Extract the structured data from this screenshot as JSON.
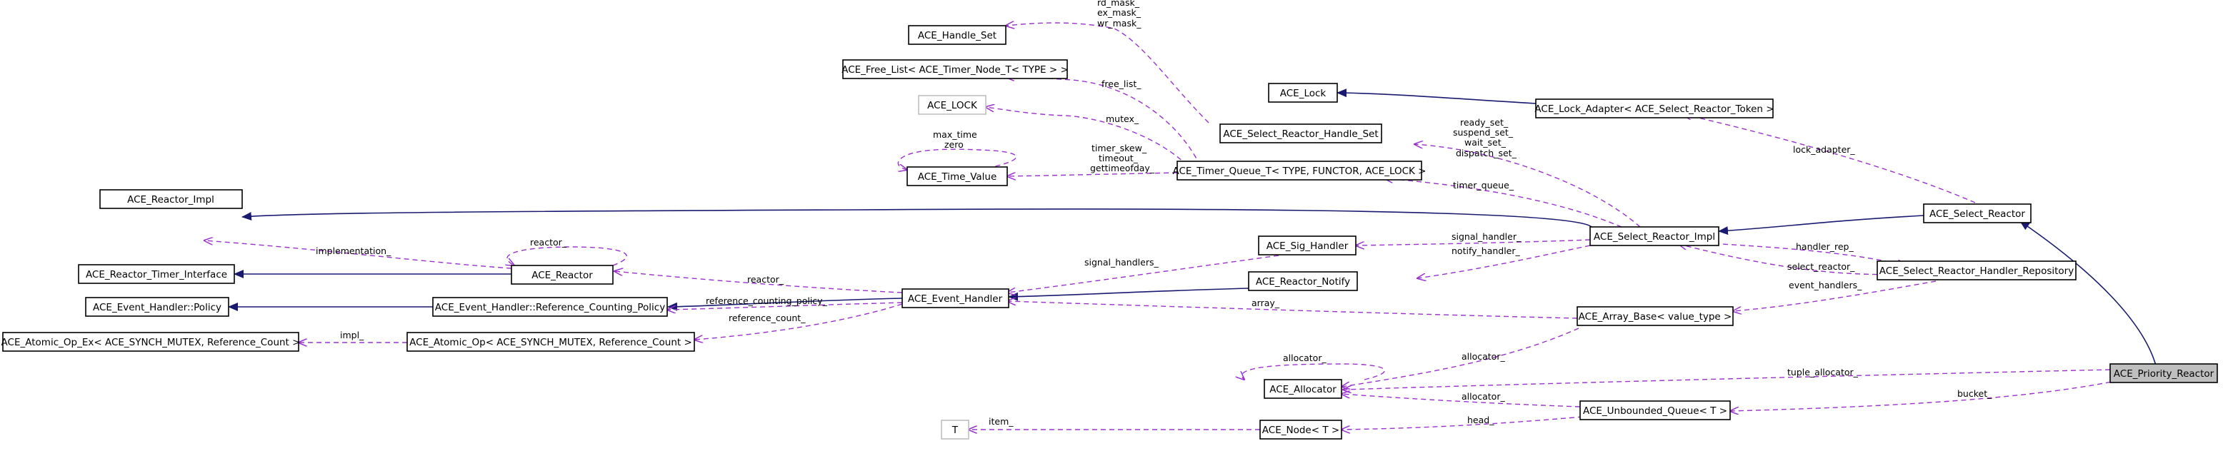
{
  "colors": {
    "inheritance_edge": "#191970",
    "usage_edge": "#9a32cd",
    "highlight_node_fill": "#bfbfbf",
    "ghost_node_border": "#bfbfbf"
  },
  "nodes": {
    "handle_set": "ACE_Handle_Set",
    "free_list": "ACE_Free_List< ACE_Timer_Node_T< TYPE > >",
    "lock_tmpl": "ACE_LOCK",
    "time_value": "ACE_Time_Value",
    "reactor_impl": "ACE_Reactor_Impl",
    "reactor": "ACE_Reactor",
    "reactor_timer_interface": "ACE_Reactor_Timer_Interface",
    "event_handler_policy": "ACE_Event_Handler::Policy",
    "reference_counting_policy": "ACE_Event_Handler::Reference_Counting_Policy",
    "atomic_op_ex": "ACE_Atomic_Op_Ex< ACE_SYNCH_MUTEX, Reference_Count >",
    "atomic_op": "ACE_Atomic_Op< ACE_SYNCH_MUTEX, Reference_Count >",
    "event_handler": "ACE_Event_Handler",
    "sig_handler": "ACE_Sig_Handler",
    "reactor_notify": "ACE_Reactor_Notify",
    "ace_lock": "ACE_Lock",
    "select_reactor_handle_set": "ACE_Select_Reactor_Handle_Set",
    "timer_queue": "ACE_Timer_Queue_T< TYPE, FUNCTOR, ACE_LOCK >",
    "allocator": "ACE_Allocator",
    "type_t": "T",
    "node_t": "ACE_Node< T >",
    "lock_adapter": "ACE_Lock_Adapter< ACE_Select_Reactor_Token >",
    "select_reactor_impl": "ACE_Select_Reactor_Impl",
    "array_base": "ACE_Array_Base< value_type >",
    "unbounded_queue": "ACE_Unbounded_Queue< T >",
    "select_reactor": "ACE_Select_Reactor",
    "select_reactor_handler_repository": "ACE_Select_Reactor_Handler_Repository",
    "priority_reactor": "ACE_Priority_Reactor"
  },
  "labels": {
    "rd_mask": "rd_mask_",
    "ex_mask": "ex_mask_",
    "wr_mask": "wr_mask_",
    "free_list": "free_list_",
    "mutex": "mutex_",
    "max_time": "max_time",
    "zero": "zero",
    "timer_skew": "timer_skew_",
    "timeout": "timeout_",
    "gettimeofday": "gettimeofday_",
    "ready_set": "ready_set_",
    "suspend_set": "suspend_set_",
    "wait_set": "wait_set_",
    "dispatch_set": "dispatch_set_",
    "lock_adapter": "lock_adapter_",
    "timer_queue": "timer_queue_",
    "implementation": "implementation_",
    "reactor_self": "reactor_",
    "signal_handler": "signal_handler_",
    "notify_handler": "notify_handler_",
    "handler_rep": "handler_rep_",
    "select_reactor": "select_reactor_",
    "event_handlers": "event_handlers_",
    "signal_handlers": "signal_handlers_",
    "reactor": "reactor_",
    "reference_counting_policy": "reference_counting_policy_",
    "array": "array_",
    "reference_count": "reference_count_",
    "impl": "impl_",
    "allocator_self": "allocator_",
    "allocator_array": "allocator_",
    "tuple_allocator": "tuple_allocator_",
    "allocator_queue": "allocator_",
    "bucket": "bucket_",
    "item": "item_",
    "head": "head_"
  }
}
